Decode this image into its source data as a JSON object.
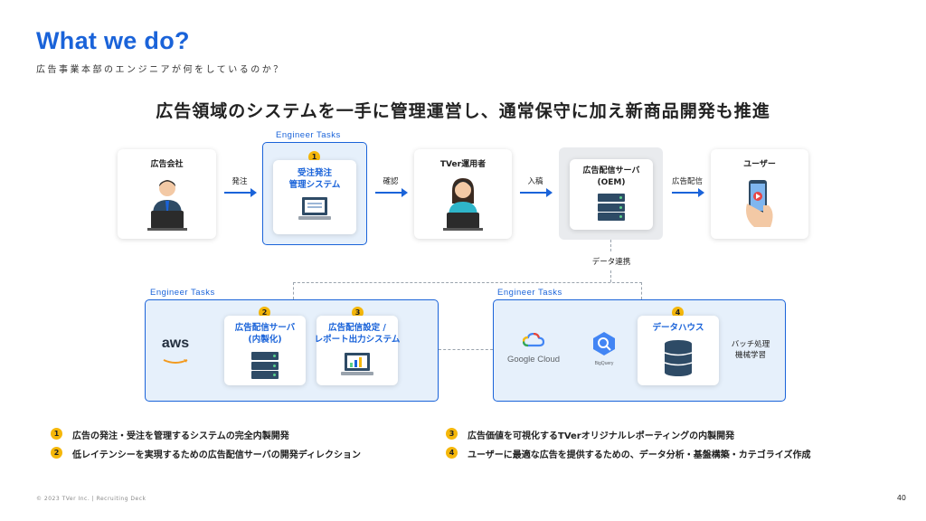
{
  "header": {
    "title": "What we do?",
    "subtitle": "広告事業本部のエンジニアが何をしているのか？"
  },
  "headline": "広告領域のシステムを一手に管理運営し、通常保守に加え新商品開発も推進",
  "flow": {
    "engineer_tasks_label": "Engineer Tasks",
    "agency": "広告会社",
    "arrow1": "発注",
    "order_system_line1": "受注発注",
    "order_system_line2": "管理システム",
    "arrow2": "確認",
    "operator": "TVer運用者",
    "arrow3": "入稿",
    "ad_server_line1": "広告配信サーバ",
    "ad_server_line2": "(OEM)",
    "arrow4": "広告配信",
    "user": "ユーザー",
    "data_link": "データ連携"
  },
  "lower": {
    "left_label": "Engineer Tasks",
    "right_label": "Engineer Tasks",
    "aws": "aws",
    "inhouse_server_line1": "広告配信サーバ",
    "inhouse_server_line2": "(内製化)",
    "settings_line1": "広告配信設定 /",
    "settings_line2": "レポート出力システム",
    "google_cloud": "Google Cloud",
    "bigquery": "BigQuery",
    "warehouse": "データハウス",
    "batch_line1": "バッチ処理",
    "batch_line2": "機械学習"
  },
  "badges": [
    "1",
    "2",
    "3",
    "4"
  ],
  "legend": [
    {
      "num": "1",
      "text": "広告の発注・受注を管理するシステムの完全内製開発"
    },
    {
      "num": "2",
      "text": "低レイテンシーを実現するための広告配信サーバの開発ディレクション"
    },
    {
      "num": "3",
      "text": "広告価値を可視化するTVerオリジナルレポーティングの内製開発"
    },
    {
      "num": "4",
      "text": "ユーザーに最適な広告を提供するための、データ分析・基盤構築・カテゴライズ作成"
    }
  ],
  "footer": {
    "copyright": "© 2023 TVer Inc.  |  Recruiting Deck",
    "page": "40"
  },
  "colors": {
    "accent": "#1a63d9",
    "badge": "#f5b70a",
    "panel": "#e6f0fb"
  }
}
